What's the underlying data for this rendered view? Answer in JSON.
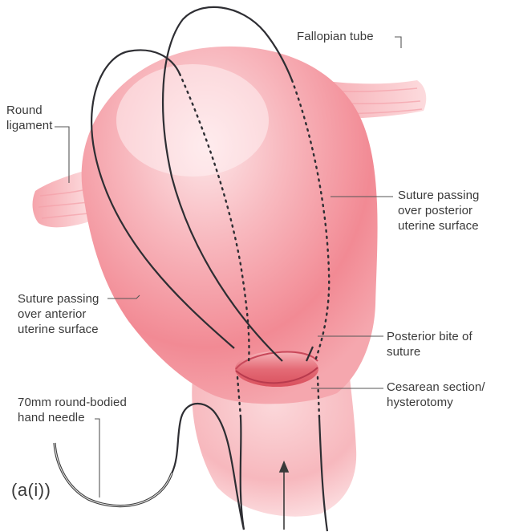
{
  "labels": {
    "fallopian_tube": "Fallopian tube",
    "round_ligament": "Round\nligament",
    "suture_posterior": "Suture passing\nover posterior\nuterine surface",
    "suture_anterior": "Suture passing\nover anterior\nuterine surface",
    "posterior_bite": "Posterior bite of\nsuture",
    "cesarean_section": "Cesarean section/\nhysterotomy",
    "needle": "70mm round-bodied\nhand needle"
  },
  "panel_label": "(a(i))",
  "colors": {
    "uterus": "#f28a92",
    "uterus_highlight": "#fde3e4",
    "suture": "#2e2e33",
    "leader": "#555555",
    "text": "#3a3a3a"
  }
}
